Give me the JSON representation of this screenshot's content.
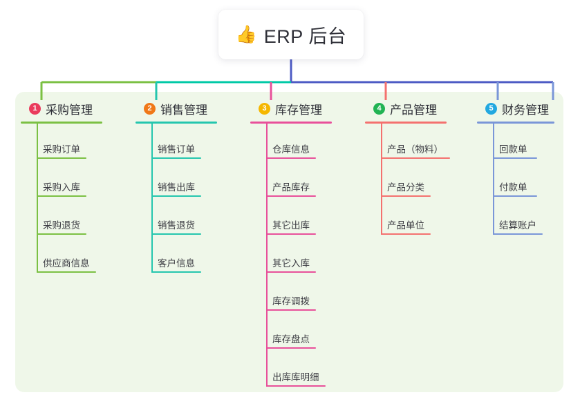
{
  "diagram": {
    "type": "mindmap-tree",
    "panel_bg": "#eff7e9",
    "root": {
      "icon": "thumbs-up-icon",
      "emoji": "👍",
      "title": "ERP 后台",
      "connector_color": "#4d5bc4"
    },
    "trunk": {
      "segments": [
        {
          "color": "#7bc043"
        },
        {
          "color": "#00c9a7"
        },
        {
          "color": "#4d5bc4"
        }
      ]
    },
    "columns": [
      {
        "number": "1",
        "title": "采购管理",
        "badge_color": "#ea3b5c",
        "line_color": "#7bc043",
        "head_rule_width": 118,
        "items": [
          {
            "label": "采购订单",
            "rule_width": 72
          },
          {
            "label": "采购入库",
            "rule_width": 72
          },
          {
            "label": "采购退货",
            "rule_width": 72
          },
          {
            "label": "供应商信息",
            "rule_width": 86
          }
        ]
      },
      {
        "number": "2",
        "title": "销售管理",
        "badge_color": "#f07818",
        "line_color": "#24c6ae",
        "head_rule_width": 118,
        "items": [
          {
            "label": "销售订单",
            "rule_width": 72
          },
          {
            "label": "销售出库",
            "rule_width": 72
          },
          {
            "label": "销售退货",
            "rule_width": 72
          },
          {
            "label": "客户信息",
            "rule_width": 72
          }
        ]
      },
      {
        "number": "3",
        "title": "库存管理",
        "badge_color": "#f5b700",
        "line_color": "#e8509a",
        "head_rule_width": 118,
        "items": [
          {
            "label": "仓库信息",
            "rule_width": 72
          },
          {
            "label": "产品库存",
            "rule_width": 72
          },
          {
            "label": "其它出库",
            "rule_width": 72
          },
          {
            "label": "其它入库",
            "rule_width": 72
          },
          {
            "label": "库存调拨",
            "rule_width": 72
          },
          {
            "label": "库存盘点",
            "rule_width": 72
          },
          {
            "label": "出库库明细",
            "rule_width": 86
          }
        ]
      },
      {
        "number": "4",
        "title": "产品管理",
        "badge_color": "#21b353",
        "line_color": "#f4716f",
        "head_rule_width": 118,
        "items": [
          {
            "label": "产品（物料）",
            "rule_width": 100
          },
          {
            "label": "产品分类",
            "rule_width": 72
          },
          {
            "label": "产品单位",
            "rule_width": 72
          }
        ]
      },
      {
        "number": "5",
        "title": "财务管理",
        "badge_color": "#22a8e0",
        "line_color": "#7a96d8",
        "head_rule_width": 112,
        "items": [
          {
            "label": "回款单",
            "rule_width": 64
          },
          {
            "label": "付款单",
            "rule_width": 64
          },
          {
            "label": "结算账户",
            "rule_width": 72
          }
        ]
      }
    ]
  }
}
